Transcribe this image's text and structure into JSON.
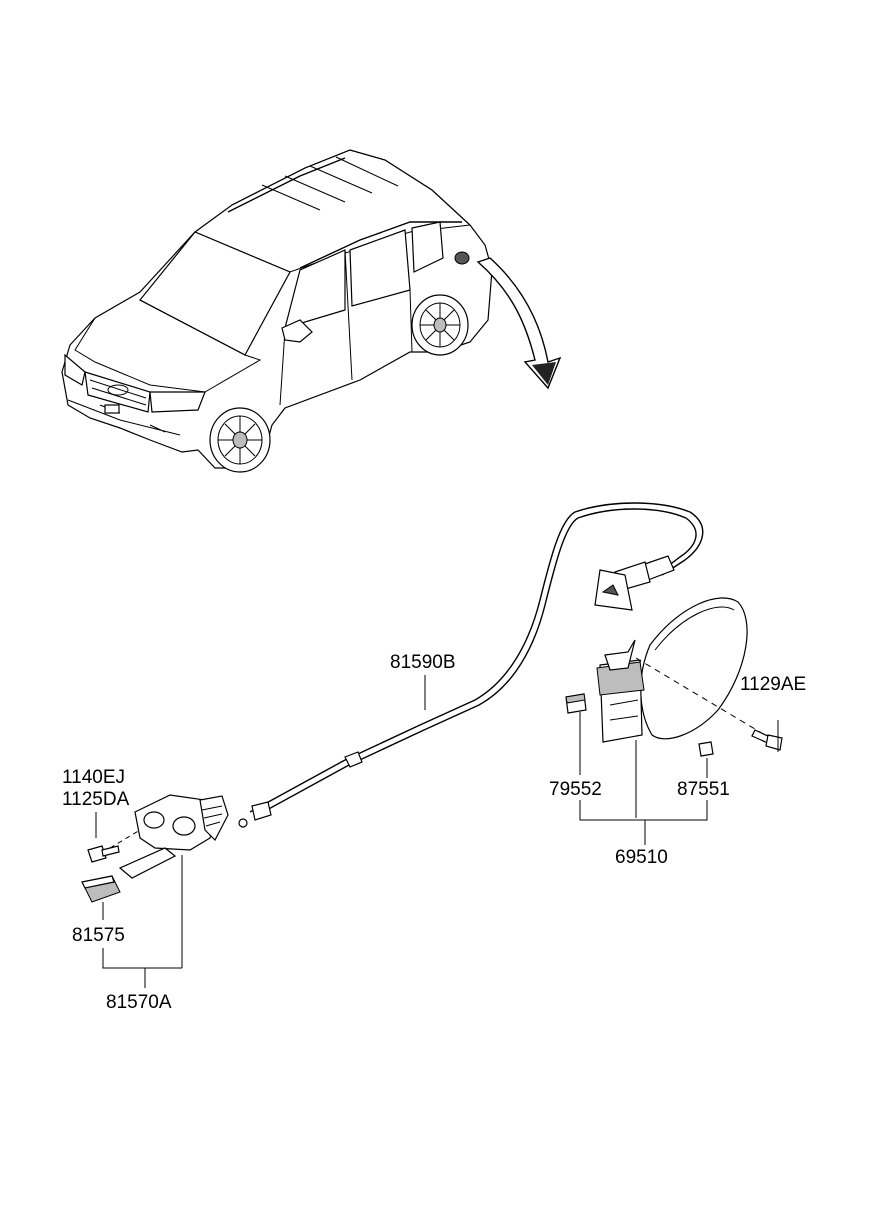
{
  "labels": {
    "cable": "81590B",
    "bolt_cap": "1129AE",
    "bolt_a": "1140EJ",
    "bolt_b": "1125DA",
    "bumper": "79552",
    "grommet": "87551",
    "housing_assy": "69510",
    "pad": "81575",
    "opener_assy": "81570A"
  },
  "colors": {
    "line": "#000000",
    "background": "#ffffff",
    "shade": "#bdbdbd"
  },
  "icons": {
    "vehicle": "suv-illustration",
    "arrow": "curved-down-arrow"
  }
}
